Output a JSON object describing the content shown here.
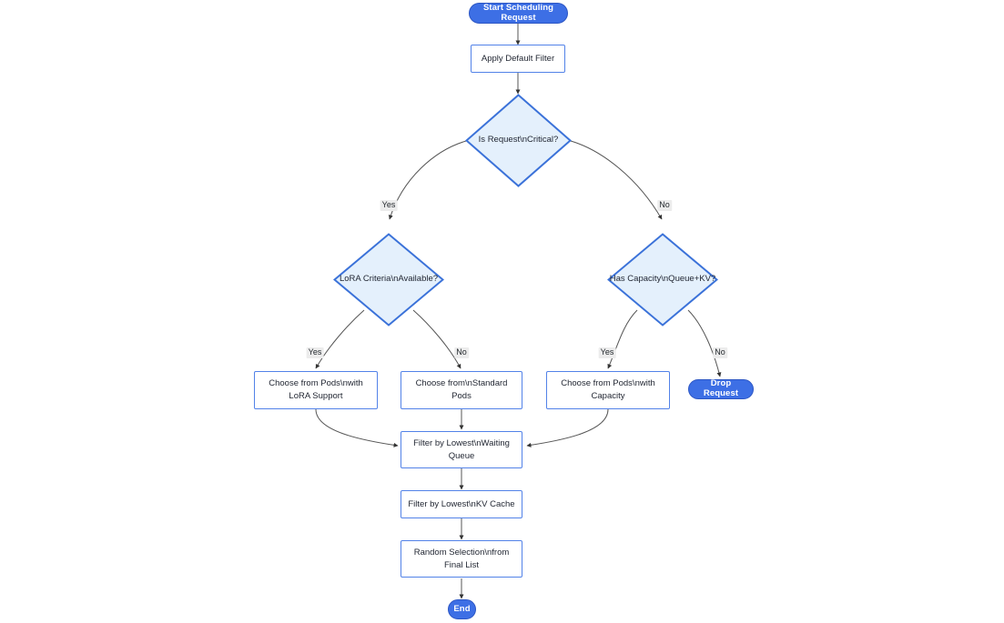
{
  "diagram": {
    "type": "flowchart",
    "orientation": "top-down",
    "title": "Scheduling Request Flowchart",
    "colors": {
      "terminal_fill": "#3d6fe5",
      "terminal_stroke": "#2c56c4",
      "terminal_text": "#ffffff",
      "process_fill": "#ffffff",
      "process_stroke": "#5282e8",
      "process_text": "#1f2430",
      "decision_fill": "#e4f0fc",
      "decision_stroke": "#3b72d9",
      "decision_text": "#1f2430",
      "edge_stroke": "#555555",
      "arrowhead": "#333333",
      "edge_label_bg": "#ececec",
      "canvas": "#ffffff"
    },
    "nodes": {
      "start": {
        "id": "start",
        "shape": "stadium",
        "label": "Start Scheduling Request"
      },
      "apply_default_filter": {
        "id": "apply_default_filter",
        "shape": "rect",
        "label": "Apply Default Filter"
      },
      "is_request_critical": {
        "id": "is_request_critical",
        "shape": "diamond",
        "label": "Is Request\\nCritical?"
      },
      "lora_criteria_available": {
        "id": "lora_criteria_available",
        "shape": "diamond",
        "label": "LoRA Criteria\\nAvailable?"
      },
      "has_capacity": {
        "id": "has_capacity",
        "shape": "diamond",
        "label": "Has Capacity\\nQueue+KV?"
      },
      "choose_lora_pods": {
        "id": "choose_lora_pods",
        "shape": "rect",
        "line1": "Choose from Pods\\nwith",
        "line2": "LoRA Support"
      },
      "choose_standard_pods": {
        "id": "choose_standard_pods",
        "shape": "rect",
        "line1": "Choose from\\nStandard",
        "line2": "Pods"
      },
      "choose_capacity_pods": {
        "id": "choose_capacity_pods",
        "shape": "rect",
        "line1": "Choose from Pods\\nwith",
        "line2": "Capacity"
      },
      "drop_request": {
        "id": "drop_request",
        "shape": "stadium",
        "label": "Drop Request"
      },
      "filter_waiting_queue": {
        "id": "filter_waiting_queue",
        "shape": "rect",
        "line1": "Filter by Lowest\\nWaiting",
        "line2": "Queue"
      },
      "filter_kv_cache": {
        "id": "filter_kv_cache",
        "shape": "rect",
        "label": "Filter by Lowest\\nKV Cache"
      },
      "random_selection": {
        "id": "random_selection",
        "shape": "rect",
        "line1": "Random Selection\\nfrom",
        "line2": "Final List"
      },
      "end": {
        "id": "end",
        "shape": "stadium",
        "label": "End"
      }
    },
    "edge_labels": {
      "critical_yes": "Yes",
      "critical_no": "No",
      "lora_yes": "Yes",
      "lora_no": "No",
      "capacity_yes": "Yes",
      "capacity_no": "No"
    },
    "edges": [
      {
        "from": "start",
        "to": "apply_default_filter",
        "label": ""
      },
      {
        "from": "apply_default_filter",
        "to": "is_request_critical",
        "label": ""
      },
      {
        "from": "is_request_critical",
        "to": "lora_criteria_available",
        "label": "Yes"
      },
      {
        "from": "is_request_critical",
        "to": "has_capacity",
        "label": "No"
      },
      {
        "from": "lora_criteria_available",
        "to": "choose_lora_pods",
        "label": "Yes"
      },
      {
        "from": "lora_criteria_available",
        "to": "choose_standard_pods",
        "label": "No"
      },
      {
        "from": "has_capacity",
        "to": "choose_capacity_pods",
        "label": "Yes"
      },
      {
        "from": "has_capacity",
        "to": "drop_request",
        "label": "No"
      },
      {
        "from": "choose_lora_pods",
        "to": "filter_waiting_queue",
        "label": ""
      },
      {
        "from": "choose_standard_pods",
        "to": "filter_waiting_queue",
        "label": ""
      },
      {
        "from": "choose_capacity_pods",
        "to": "filter_waiting_queue",
        "label": ""
      },
      {
        "from": "filter_waiting_queue",
        "to": "filter_kv_cache",
        "label": ""
      },
      {
        "from": "filter_kv_cache",
        "to": "random_selection",
        "label": ""
      },
      {
        "from": "random_selection",
        "to": "end",
        "label": ""
      }
    ]
  }
}
